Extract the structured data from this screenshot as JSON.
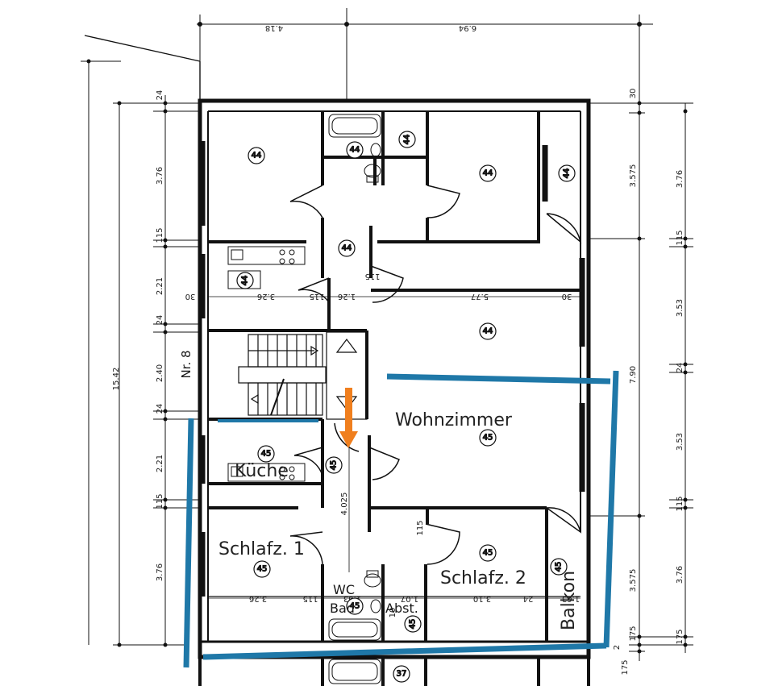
{
  "labels": {
    "nr": "Nr. 8",
    "wohnzimmer": "Wohnzimmer",
    "kueche": "Küche",
    "schlafz1": "Schlafz. 1",
    "schlafz2": "Schlafz. 2",
    "balkon": "Balkon",
    "wc": "WC",
    "bad": "Bad",
    "abst": "Abst."
  },
  "dimensions": {
    "top_left": "4.18",
    "top_right": "6.94",
    "left_total": "15.42",
    "left_segments": [
      "24",
      "3.76",
      "115",
      "2.21",
      "24",
      "2.40",
      "24",
      "2.21",
      "115",
      "3.76"
    ],
    "right_total": "7.90",
    "right_outer": [
      "30",
      "3.575",
      "3.575",
      "175",
      "175",
      "2"
    ],
    "right_far": [
      "3.76",
      "115",
      "3.53",
      "24",
      "3.53",
      "115",
      "3.76",
      "175"
    ],
    "inner_upper": [
      "30",
      "3.26",
      "115",
      "1.26",
      "115",
      "5.77",
      "30"
    ],
    "inner_lower": [
      "3.26",
      "115",
      "1.63",
      "1.07",
      "3.10",
      "24",
      "1.63"
    ],
    "vertical_inner": [
      "4.025",
      "10",
      "115"
    ]
  },
  "room_tags": [
    "44",
    "44",
    "44",
    "44",
    "44",
    "44",
    "44",
    "44",
    "45",
    "45",
    "45",
    "45",
    "45",
    "45",
    "45",
    "45",
    "37"
  ],
  "colors": {
    "overlay_blue": "#1f78a8",
    "arrow_orange": "#f07f1e",
    "wall": "#111111"
  }
}
